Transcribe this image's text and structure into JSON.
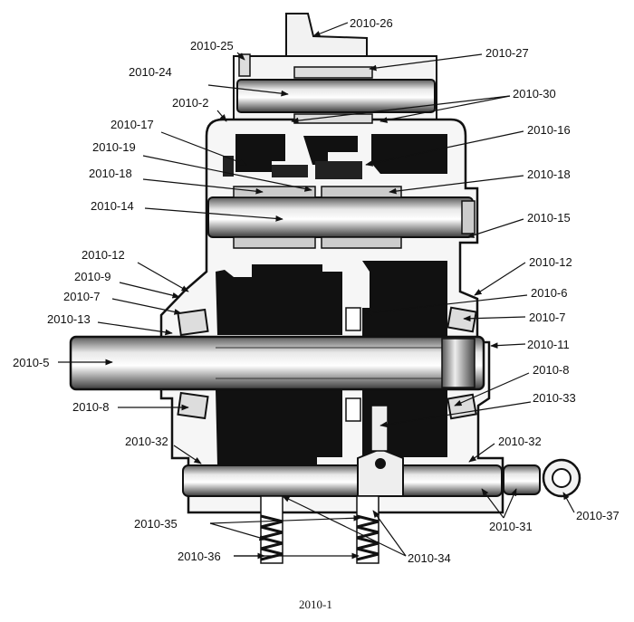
{
  "figure": {
    "caption": "2010-1",
    "callouts": [
      {
        "id": "c26",
        "text": "2010-26"
      },
      {
        "id": "c25",
        "text": "2010-25"
      },
      {
        "id": "c27",
        "text": "2010-27"
      },
      {
        "id": "c24",
        "text": "2010-24"
      },
      {
        "id": "c2",
        "text": "2010-2"
      },
      {
        "id": "c30",
        "text": "2010-30"
      },
      {
        "id": "c17",
        "text": "2010-17"
      },
      {
        "id": "c16",
        "text": "2010-16"
      },
      {
        "id": "c19",
        "text": "2010-19"
      },
      {
        "id": "c18l",
        "text": "2010-18"
      },
      {
        "id": "c18r",
        "text": "2010-18"
      },
      {
        "id": "c14",
        "text": "2010-14"
      },
      {
        "id": "c15",
        "text": "2010-15"
      },
      {
        "id": "c12l",
        "text": "2010-12"
      },
      {
        "id": "c12r",
        "text": "2010-12"
      },
      {
        "id": "c9",
        "text": "2010-9"
      },
      {
        "id": "c7l",
        "text": "2010-7"
      },
      {
        "id": "c6",
        "text": "2010-6"
      },
      {
        "id": "c7r",
        "text": "2010-7"
      },
      {
        "id": "c13",
        "text": "2010-13"
      },
      {
        "id": "c11",
        "text": "2010-11"
      },
      {
        "id": "c5",
        "text": "2010-5"
      },
      {
        "id": "c8r",
        "text": "2010-8"
      },
      {
        "id": "c8l",
        "text": "2010-8"
      },
      {
        "id": "c33",
        "text": "2010-33"
      },
      {
        "id": "c32l",
        "text": "2010-32"
      },
      {
        "id": "c32r",
        "text": "2010-32"
      },
      {
        "id": "c37",
        "text": "2010-37"
      },
      {
        "id": "c31",
        "text": "2010-31"
      },
      {
        "id": "c35",
        "text": "2010-35"
      },
      {
        "id": "c36",
        "text": "2010-36"
      },
      {
        "id": "c34",
        "text": "2010-34"
      }
    ]
  }
}
